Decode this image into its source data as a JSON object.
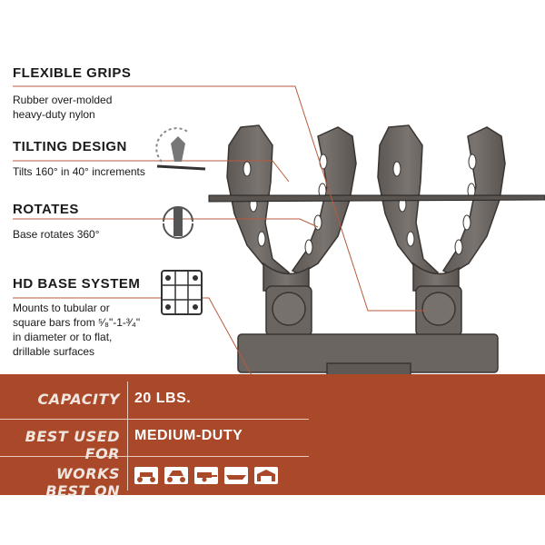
{
  "features": [
    {
      "title": "FLEXIBLE GRIPS",
      "desc": "Rubber over-molded heavy-duty nylon",
      "icon": "grip-icon"
    },
    {
      "title": "TILTING DESIGN",
      "desc": "Tilts 160° in 40° increments",
      "icon": "tilt-icon"
    },
    {
      "title": "ROTATES",
      "desc": "Base rotates 360°",
      "icon": "rotate-icon"
    },
    {
      "title": "HD BASE SYSTEM",
      "desc": "Mounts to tubular or square bars from ⁵⁄₈\"-1-³⁄₄\" in diameter or to flat, drillable surfaces",
      "icon": "base-plate-icon"
    }
  ],
  "specs": [
    {
      "label": "CAPACITY",
      "value": "20 LBS."
    },
    {
      "label": "BEST USED FOR",
      "value": "MEDIUM-DUTY"
    },
    {
      "label": "WORKS BEST ON",
      "icons": [
        "atv-icon",
        "utv-icon",
        "trailer-icon",
        "boat-icon",
        "garage-icon"
      ]
    }
  ],
  "colors": {
    "band": "#a9492a",
    "product": "#6b6561",
    "leader": "#b85a3c"
  }
}
